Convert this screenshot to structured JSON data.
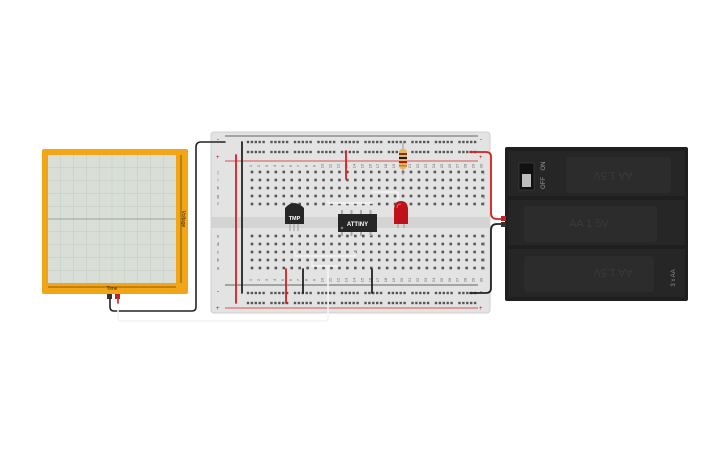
{
  "oscilloscope": {
    "time_label": "Time",
    "voltage_label": "Voltage",
    "frame_color": "#f2a516",
    "screen_color": "#d9dfd6"
  },
  "breadboard": {
    "column_numbers": [
      "1",
      "2",
      "3",
      "4",
      "5",
      "6",
      "7",
      "8",
      "9",
      "10",
      "11",
      "12",
      "13",
      "14",
      "15",
      "16",
      "17",
      "18",
      "19",
      "20",
      "21",
      "22",
      "23",
      "24",
      "25",
      "26",
      "27",
      "28",
      "29",
      "30"
    ],
    "row_letters_top": [
      "j",
      "i",
      "h",
      "g",
      "f"
    ],
    "row_letters_bottom": [
      "e",
      "d",
      "c",
      "b",
      "a"
    ],
    "rail_minus": "-",
    "rail_plus": "+"
  },
  "components": {
    "temp_sensor_label": "TMP",
    "mcu_label": "ATTINY",
    "led_color": "#c0101a",
    "resistor_color": "#e6b563"
  },
  "battery": {
    "switch_off": "OFF",
    "switch_on": "ON",
    "cell_label": "AA 1.5V",
    "pack_label": "3 x AA",
    "body_color": "#1f1f1f"
  },
  "wires": {
    "red": "#d42020",
    "black": "#222222",
    "white": "#eeeeee"
  }
}
